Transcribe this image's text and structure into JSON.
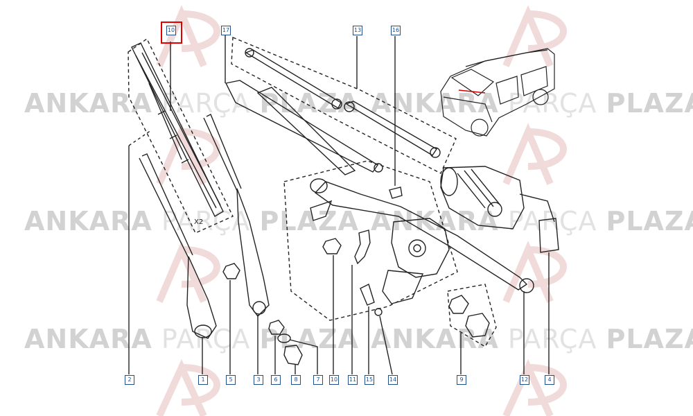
{
  "watermark": {
    "word1": "ANKARA",
    "word2": "PARÇA",
    "word3": "PLAZA",
    "logo_letters": "AP"
  },
  "callouts": {
    "c1": "1",
    "c2": "2",
    "c3": "3",
    "c4": "4",
    "c5": "5",
    "c6": "6",
    "c7": "7",
    "c8": "8",
    "c9": "9",
    "c10a": "10",
    "c10b": "10",
    "c11": "11",
    "c12": "12",
    "c13": "13",
    "c14": "14",
    "c15": "15",
    "c16": "16",
    "c17": "17"
  },
  "quantity_label": "X2",
  "colors": {
    "callout_border": "#1f4e8c",
    "highlight": "#e00000",
    "watermark": "#d9d9d9",
    "logo_red": "#f3c9c9",
    "line": "#222222"
  }
}
